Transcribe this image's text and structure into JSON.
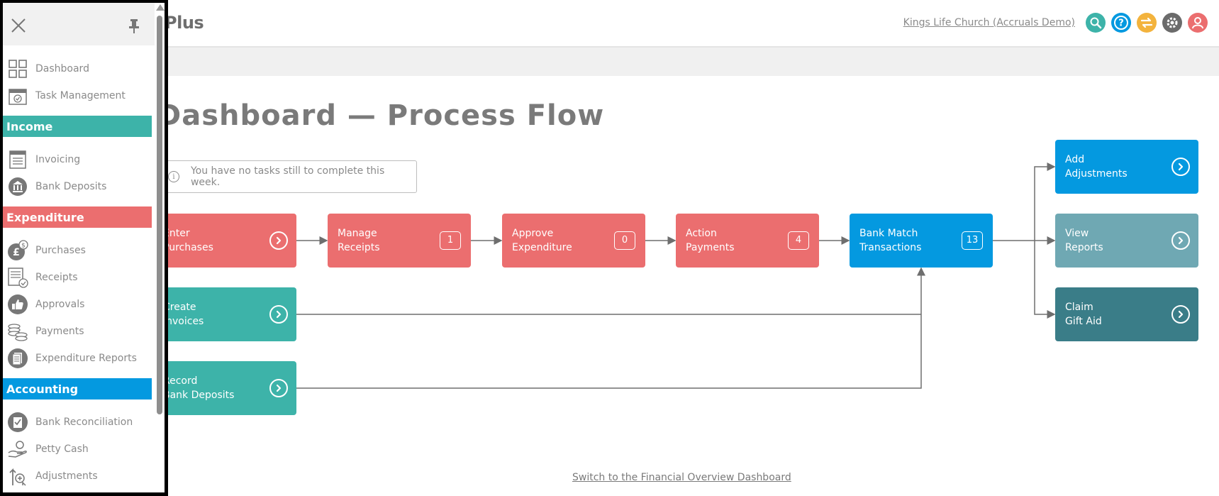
{
  "header": {
    "brand": "Plus",
    "org_link": "Kings Life Church (Accruals Demo)",
    "icons": [
      {
        "name": "search-icon",
        "color": "#3db3a9"
      },
      {
        "name": "help-icon",
        "color": "#0499e0"
      },
      {
        "name": "switch-icon",
        "color": "#f3b33d"
      },
      {
        "name": "settings-icon",
        "color": "#6b6b6b"
      },
      {
        "name": "user-icon",
        "color": "#eb6e6f"
      }
    ]
  },
  "main": {
    "title": "Dashboard — Process Flow",
    "tasks_message": "You have no tasks still to complete this week.",
    "footer_link": "Switch to the Financial Overview Dashboard"
  },
  "flow": {
    "tiles": [
      {
        "id": "enter-purchases",
        "label": "Enter\nPurchases",
        "color": "#eb6e6f",
        "count": null
      },
      {
        "id": "manage-receipts",
        "label": "Manage\nReceipts",
        "color": "#eb6e6f",
        "count": "1"
      },
      {
        "id": "approve-expenditure",
        "label": "Approve\nExpenditure",
        "color": "#eb6e6f",
        "count": "0"
      },
      {
        "id": "action-payments",
        "label": "Action\nPayments",
        "color": "#eb6e6f",
        "count": "4"
      },
      {
        "id": "bank-match-transactions",
        "label": "Bank Match\nTransactions",
        "color": "#0499e0",
        "count": "13"
      },
      {
        "id": "create-invoices",
        "label": "Create\nInvoices",
        "color": "#3db3a9",
        "count": null
      },
      {
        "id": "record-bank-deposits",
        "label": "Record\nBank Deposits",
        "color": "#3db3a9",
        "count": null
      },
      {
        "id": "add-adjustments",
        "label": "Add\nAdjustments",
        "color": "#0499e0",
        "count": null
      },
      {
        "id": "view-reports",
        "label": "View\nReports",
        "color": "#6fa8b3",
        "count": null
      },
      {
        "id": "claim-gift-aid",
        "label": "Claim\nGift Aid",
        "color": "#3a7d88",
        "count": null
      }
    ]
  },
  "sidebar": {
    "items_top": [
      {
        "label": "Dashboard",
        "icon": "dashboard-icon"
      },
      {
        "label": "Task Management",
        "icon": "calendar-check-icon"
      }
    ],
    "sections": [
      {
        "title": "Income",
        "color": "#3db3a9",
        "items": [
          {
            "label": "Invoicing",
            "icon": "invoice-icon"
          },
          {
            "label": "Bank Deposits",
            "icon": "bank-icon"
          }
        ]
      },
      {
        "title": "Expenditure",
        "color": "#eb6e6f",
        "items": [
          {
            "label": "Purchases",
            "icon": "purchases-icon"
          },
          {
            "label": "Receipts",
            "icon": "receipt-icon"
          },
          {
            "label": "Approvals",
            "icon": "thumbs-up-icon"
          },
          {
            "label": "Payments",
            "icon": "coins-icon"
          },
          {
            "label": "Expenditure Reports",
            "icon": "report-icon"
          }
        ]
      },
      {
        "title": "Accounting",
        "color": "#0499e0",
        "items": [
          {
            "label": "Bank Reconciliation",
            "icon": "reconcile-icon"
          },
          {
            "label": "Petty Cash",
            "icon": "petty-cash-icon"
          },
          {
            "label": "Adjustments",
            "icon": "adjustments-icon"
          }
        ]
      }
    ]
  }
}
